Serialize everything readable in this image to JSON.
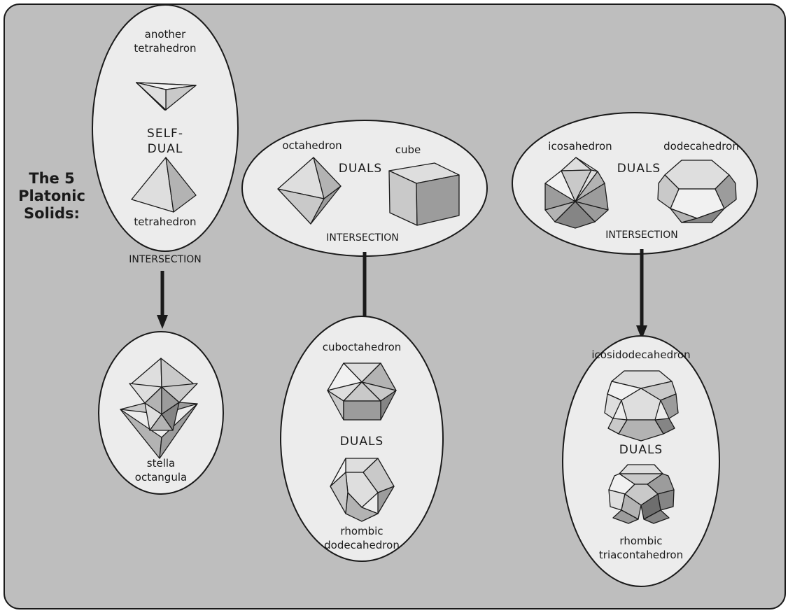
{
  "title_lines": [
    "The 5",
    "Platonic",
    "Solids:"
  ],
  "groups": {
    "self_dual": {
      "top_label_lines": [
        "another",
        "tetrahedron"
      ],
      "relation_lines": [
        "SELF-",
        "DUAL"
      ],
      "bottom_label": "tetrahedron",
      "arrow_label": "INTERSECTION"
    },
    "octa_cube": {
      "left_label": "octahedron",
      "relation": "DUALS",
      "right_label": "cube",
      "arrow_label": "INTERSECTION"
    },
    "icosa_dodeca": {
      "left_label": "icosahedron",
      "relation": "DUALS",
      "right_label": "dodecahedron",
      "arrow_label": "INTERSECTION"
    }
  },
  "results": {
    "stella": {
      "label_lines": [
        "stella",
        "octangula"
      ]
    },
    "cubocta": {
      "top_label": "cuboctahedron",
      "relation": "DUALS",
      "bottom_label_lines": [
        "rhombic",
        "dodecahedron"
      ]
    },
    "icosidodeca": {
      "top_label": "icosidodecahedron",
      "relation": "DUALS",
      "bottom_label_lines": [
        "rhombic",
        "triacontahedron"
      ]
    }
  },
  "colors": {
    "panel": "#bebebe",
    "oval": "#ececec",
    "ink": "#1a1a1a"
  }
}
